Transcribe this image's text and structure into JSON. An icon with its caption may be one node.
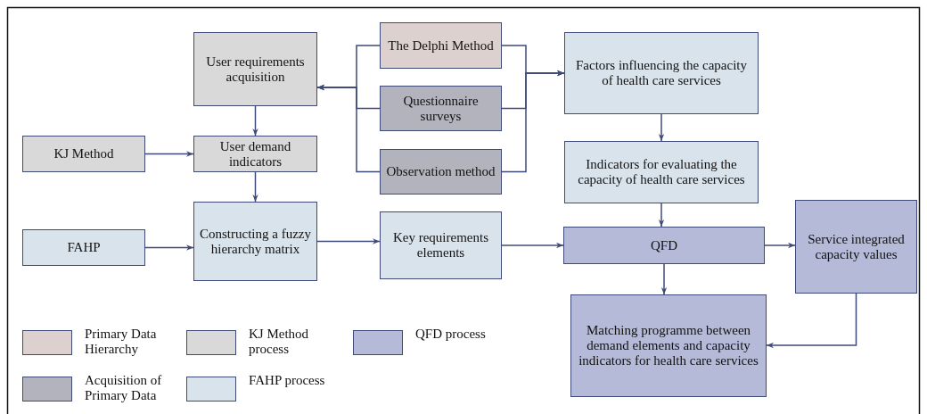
{
  "diagram": {
    "nodes": [
      {
        "text": [
          "User requirements acquisition"
        ]
      },
      {
        "text": [
          "The Delphi Method"
        ]
      },
      {
        "text": [
          "Questionnaire surveys"
        ]
      },
      {
        "text": [
          "Observation method"
        ]
      },
      {
        "text": [
          "Factors influencing the capacity of health care services"
        ]
      },
      {
        "text": [
          "KJ Method"
        ]
      },
      {
        "text": [
          "User demand indicators"
        ]
      },
      {
        "text": [
          "Indicators for evaluating the capacity of health care services"
        ]
      },
      {
        "text": [
          "FAHP"
        ]
      },
      {
        "text": [
          "Constructing a fuzzy hierarchy matrix"
        ]
      },
      {
        "text": [
          "Key requirements elements"
        ]
      },
      {
        "text": [
          "QFD"
        ]
      },
      {
        "text": [
          "Service integrated capacity values"
        ]
      },
      {
        "text": [
          "Matching programme between demand elements and capacity indicators for health care services"
        ]
      }
    ],
    "edges": [
      {
        "from": 1,
        "to": 0,
        "arrow": "to"
      },
      {
        "from": 2,
        "to": 0,
        "arrow": "to"
      },
      {
        "from": 3,
        "to": 0,
        "arrow": "to"
      },
      {
        "from": 1,
        "to": 4,
        "arrow": "to"
      },
      {
        "from": 2,
        "to": 4,
        "arrow": "to"
      },
      {
        "from": 3,
        "to": 4,
        "arrow": "to"
      },
      {
        "from": 0,
        "to": 6,
        "arrow": "to"
      },
      {
        "from": 5,
        "to": 6,
        "arrow": "to"
      },
      {
        "from": 6,
        "to": 9,
        "arrow": "to"
      },
      {
        "from": 8,
        "to": 9,
        "arrow": "to"
      },
      {
        "from": 9,
        "to": 10,
        "arrow": "to"
      },
      {
        "from": 10,
        "to": 11,
        "arrow": "to"
      },
      {
        "from": 4,
        "to": 7,
        "arrow": "to"
      },
      {
        "from": 7,
        "to": 11,
        "arrow": "to"
      },
      {
        "from": 11,
        "to": 12,
        "arrow": "to"
      },
      {
        "from": 11,
        "to": 13,
        "arrow": "to"
      },
      {
        "from": 12,
        "to": 13,
        "arrow": "to"
      }
    ],
    "legend": [
      {
        "text": "Primary Data Hierarchy",
        "color": "#dcd1ce"
      },
      {
        "text": "KJ Method process",
        "color": "#d9d9d9"
      },
      {
        "text": "QFD process",
        "color": "#b4bad8"
      },
      {
        "text": "Acquisition of Primary Data",
        "color": "#b3b3be"
      },
      {
        "text": "FAHP process",
        "color": "#d9e3ec"
      }
    ]
  }
}
